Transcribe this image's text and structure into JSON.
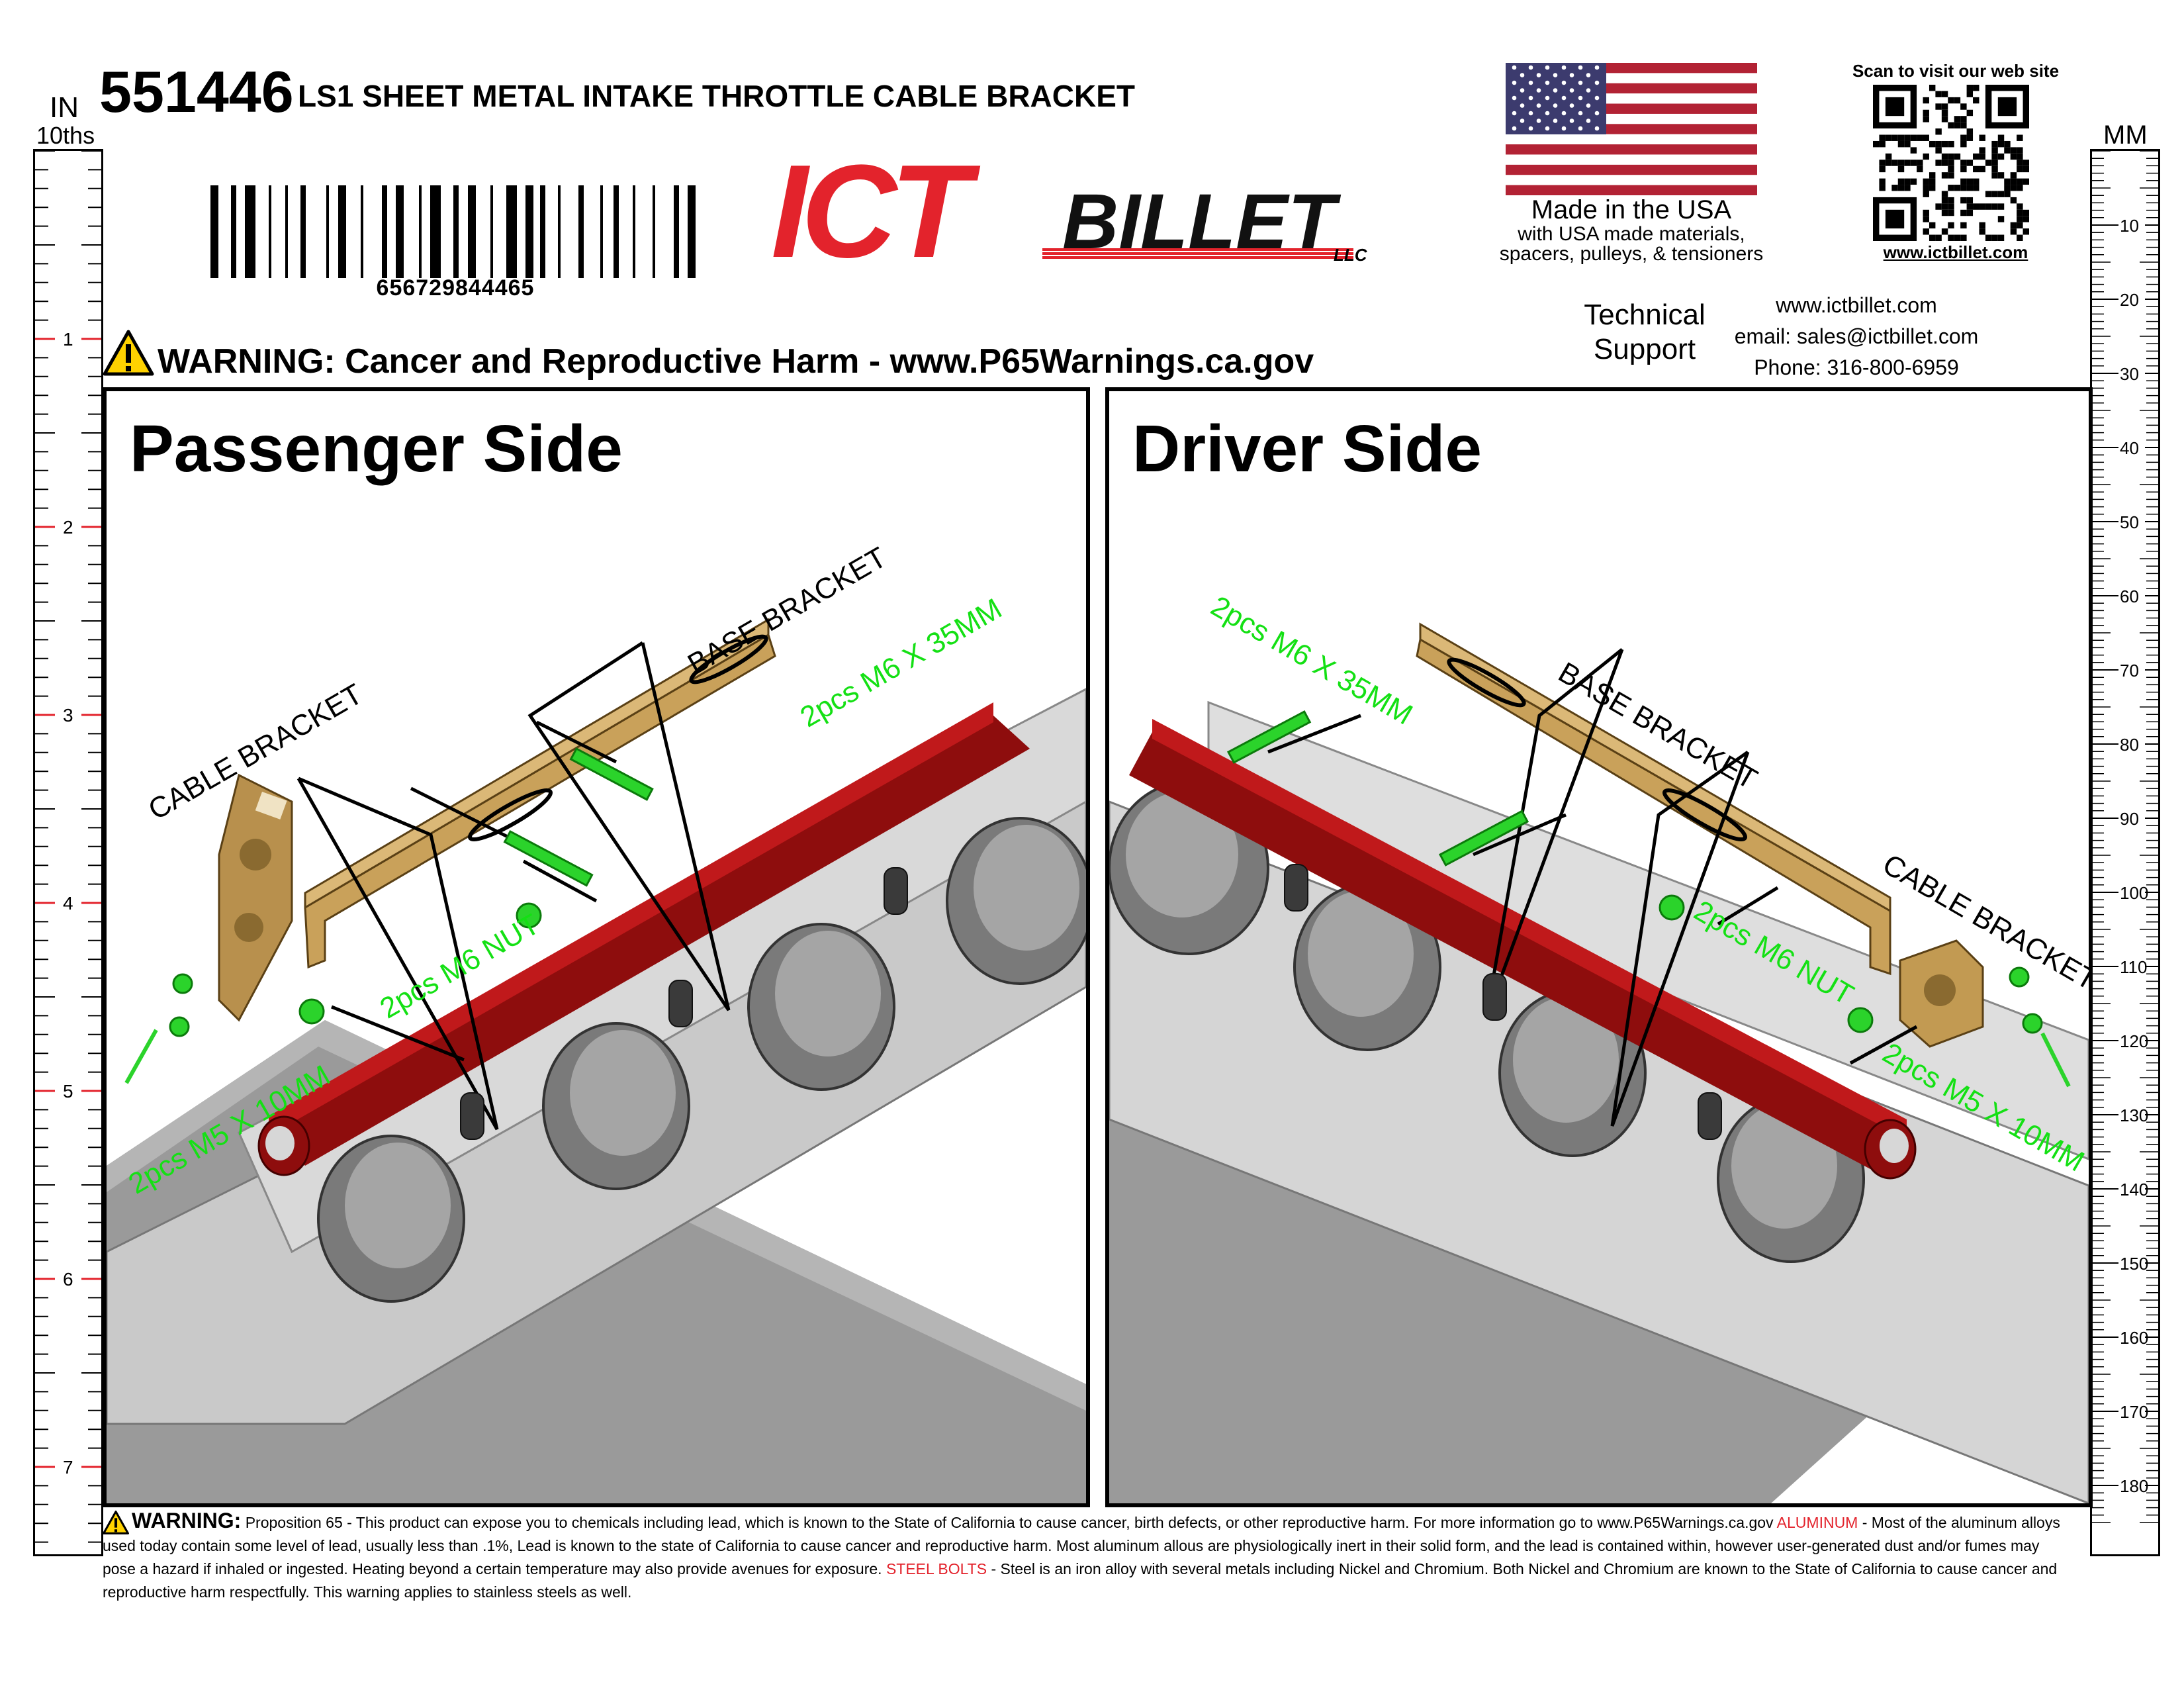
{
  "header": {
    "part_number": "551446",
    "title": "LS1 SHEET METAL INTAKE THROTTLE CABLE BRACKET",
    "barcode_number": "656729844465"
  },
  "logo": {
    "ict": "ICT",
    "billet": "BILLET",
    "llc": "LLC"
  },
  "made_in_usa": {
    "line1": "Made in the USA",
    "line2": "with USA made materials,",
    "line3": "spacers, pulleys, & tensioners"
  },
  "qr": {
    "caption_top": "Scan to visit our web site",
    "caption_bottom": "www.ictbillet.com"
  },
  "support": {
    "label_line1": "Technical",
    "label_line2": "Support",
    "website": "www.ictbillet.com",
    "email": "email: sales@ictbillet.com",
    "phone": "Phone: 316-800-6959"
  },
  "top_warning": "WARNING: Cancer and Reproductive Harm - www.P65Warnings.ca.gov",
  "ruler_left": {
    "unit_top": "IN",
    "unit_sub": "10ths",
    "labels": [
      "1",
      "2",
      "3",
      "4",
      "5",
      "6",
      "7"
    ]
  },
  "ruler_right": {
    "unit": "MM",
    "labels": [
      "10",
      "20",
      "30",
      "40",
      "50",
      "60",
      "70",
      "80",
      "90",
      "100",
      "110",
      "120",
      "130",
      "140",
      "150",
      "160",
      "170",
      "180"
    ]
  },
  "passenger": {
    "title": "Passenger Side",
    "cable_bracket": "CABLE BRACKET",
    "base_bracket": "BASE BRACKET",
    "bolt_long": "2pcs  M6 X 35MM",
    "nut": "2pcs  M6 NUT",
    "bolt_short": "2pcs  M5 X 10MM"
  },
  "driver": {
    "title": "Driver Side",
    "cable_bracket": "CABLE BRACKET",
    "base_bracket": "BASE BRACKET",
    "bolt_long": "2pcs  M6 X 35MM",
    "nut": "2pcs  M6 NUT",
    "bolt_short": "2pcs  M5 X 10MM"
  },
  "bottom_warning": {
    "heading": "WARNING:",
    "text1": "Proposition 65 - This product can expose you to chemicals including lead, which is known to the State of California to cause cancer, birth defects, or other reproductive harm. For more information go to www.P65Warnings.ca.gov",
    "aluminum_label": "ALUMINUM",
    "text2": "- Most of the aluminum alloys used today contain some level of lead, usually less than .1%, Lead is known to the state of California to cause cancer and reproductive harm. Most aluminum allous are physiologically inert in their solid form, and the lead is contained within, however user-generated dust and/or fumes may pose a hazard if inhaled or ingested. Heating beyond a certain temperature may also provide avenues for exposure.",
    "steel_label": "STEEL BOLTS",
    "text3": "- Steel is an iron alloy with several metals including Nickel and Chromium. Both Nickel and Chromium are known to the State of California to cause cancer and reproductive harm respectfully. This warning applies to stainless steels as well."
  },
  "colors": {
    "brand_red": "#e3232c",
    "bracket_gold": "#c9a15a",
    "rail_red": "#a01010",
    "label_green": "#14e014"
  }
}
